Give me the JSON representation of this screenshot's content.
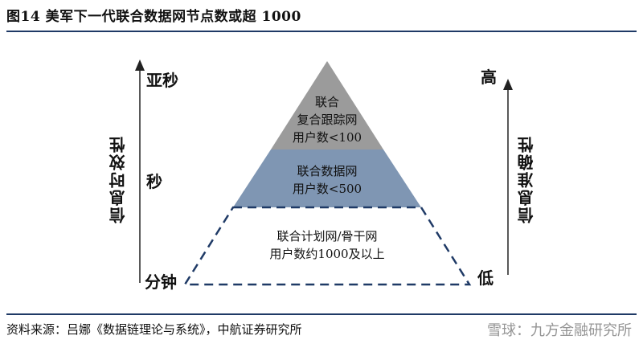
{
  "title": "图14  美军下一代联合数据网节点数或超 1000",
  "left_axis": {
    "label": "信息时效性",
    "top": "亚秒",
    "middle": "秒",
    "bottom": "分钟"
  },
  "right_axis": {
    "label": "信息准确性",
    "top": "高",
    "bottom": "低"
  },
  "tiers": {
    "top": {
      "line1": "联合",
      "line2": "复合跟踪网",
      "line3": "用户数<100",
      "color": "#9b9b9b"
    },
    "middle": {
      "line1": "联合数据网",
      "line2": "用户数<500",
      "color": "#7f96b3"
    },
    "bottom": {
      "line1": "联合计划网/骨干网",
      "line2": "用户数约1000及以上",
      "border_color": "#1f3a66"
    }
  },
  "source": "资料来源：吕娜《数据链理论与系统》，中航证券研究所",
  "watermark": "雪球：九方金融研究所"
}
